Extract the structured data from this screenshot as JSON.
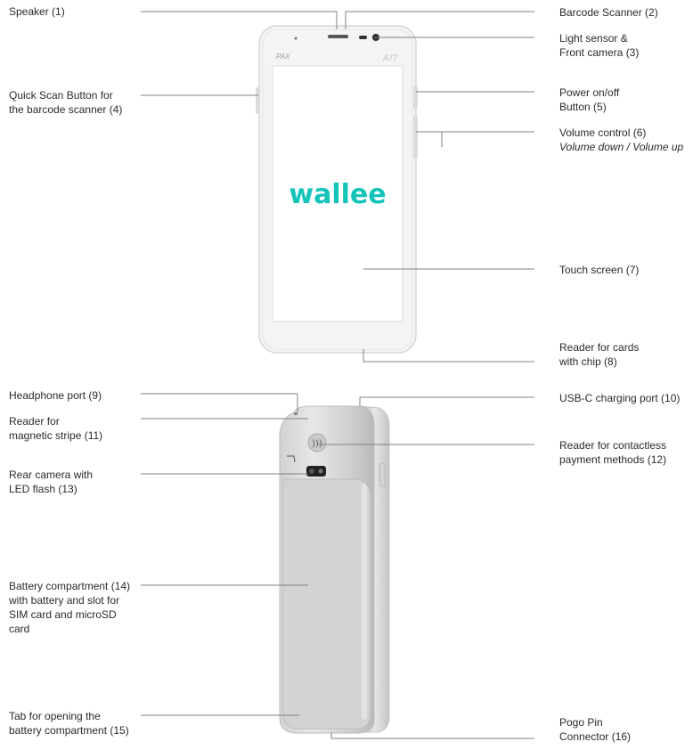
{
  "brand": {
    "logo_text": "wallee",
    "pax_text": "PAX",
    "model": "A77",
    "color": "#14c4b8"
  },
  "labels": {
    "l1": [
      "Speaker (1)"
    ],
    "l2": [
      "Barcode Scanner (2)"
    ],
    "l3": [
      "Light sensor &",
      "Front camera (3)"
    ],
    "l4": [
      "Quick Scan Button for",
      "the barcode scanner (4)"
    ],
    "l5": [
      "Power on/off",
      "Button (5)"
    ],
    "l6": [
      "Volume control (6)"
    ],
    "l6_sub": "Volume down / Volume up",
    "l7": [
      "Touch screen (7)"
    ],
    "l8": [
      "Reader for cards",
      "with chip (8)"
    ],
    "l9": [
      "Headphone port (9)"
    ],
    "l10": [
      "USB-C charging port (10)"
    ],
    "l11": [
      "Reader for",
      "magnetic stripe (11)"
    ],
    "l12": [
      "Reader for contactless",
      "payment methods (12)"
    ],
    "l13": [
      "Rear camera with",
      "LED flash (13)"
    ],
    "l14": [
      "Battery compartment (14)",
      "with battery and slot for",
      "SIM card and microSD",
      "card"
    ],
    "l15": [
      "Tab for opening the",
      "battery compartment (15)"
    ],
    "l16": [
      "Pogo Pin",
      "Connector (16)"
    ]
  }
}
